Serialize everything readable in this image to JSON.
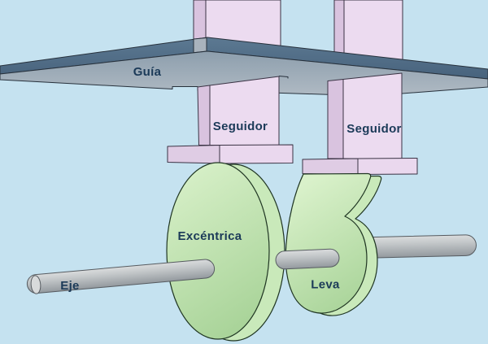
{
  "diagram": {
    "type": "mechanism-illustration",
    "labels": {
      "guide": "Guía",
      "follower_left": "Seguidor",
      "follower_right": "Seguidor",
      "eccentric": "Excéntrica",
      "cam": "Leva",
      "shaft": "Eje"
    },
    "palette": {
      "background": "#c5e2f0",
      "plate_edge_top": "#5d7a93",
      "plate_edge_bottom": "#46617b",
      "plate_face_top": "#8a9cab",
      "plate_face_bottom": "#b2bcc5",
      "plate_slot": "#a9b3bd",
      "pink_face": "#ecdbf0",
      "pink_shade": "#d9c3df",
      "foot_front": "#ead8ee",
      "foot_side": "#dfcce4",
      "green_top": "#d9f1ca",
      "green_bottom": "#a3d093",
      "green_rim": "#c9e9ba",
      "shaft_light": "#dadcdd",
      "shaft_mid": "#c3c7c9",
      "shaft_dark": "#93999e",
      "shaft_cap": "#d8dadb",
      "label_text": "#1b3a58"
    }
  }
}
